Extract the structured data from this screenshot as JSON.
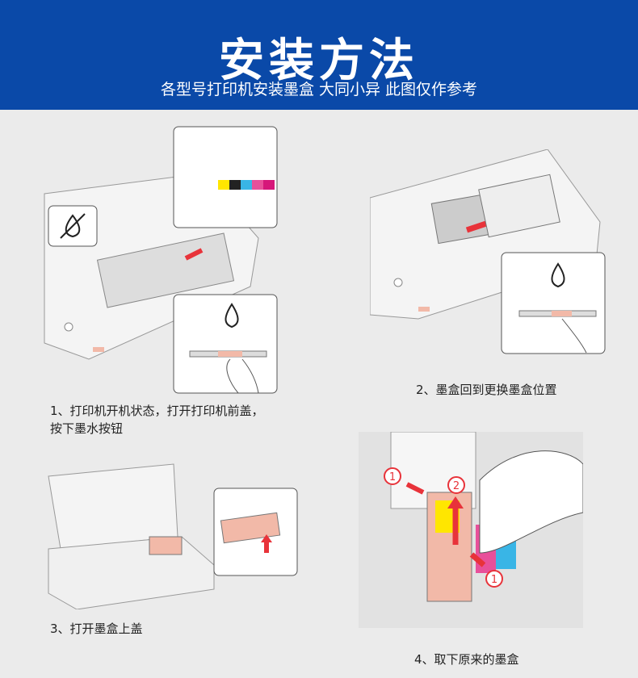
{
  "header": {
    "title": "安装方法",
    "subtitle": "各型号打印机安装墨盒  大同小异 此图仅作参考"
  },
  "steps": [
    {
      "caption_line1": "1、打印机开机状态，打开打印机前盖，",
      "caption_line2": "按下墨水按钮"
    },
    {
      "caption_line1": "2、墨盒回到更换墨盒位置"
    },
    {
      "caption_line1": "3、打开墨盒上盖"
    },
    {
      "caption_line1": "4、取下原来的墨盒",
      "markers": [
        "1",
        "2",
        "1"
      ]
    }
  ],
  "colors": {
    "header_bg": "#0a49a8",
    "arrow": "#e8333a",
    "ink": [
      "#ffe600",
      "#222222",
      "#39b5e6",
      "#e8509a",
      "#d6177a"
    ]
  }
}
